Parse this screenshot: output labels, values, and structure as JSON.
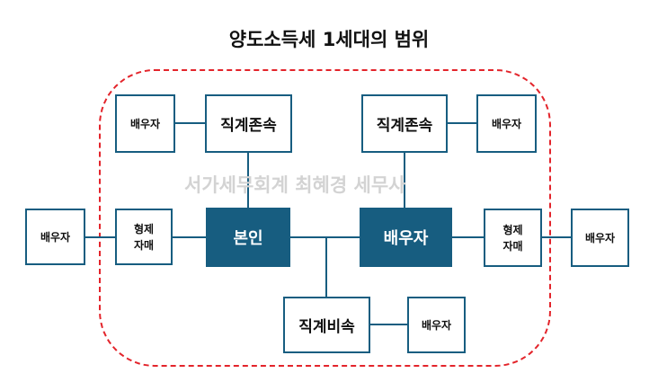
{
  "title": "양도소득세 1세대의 범위",
  "watermark": "서가세무회계 최혜경 세무사",
  "nodes": {
    "spouse_top_left": "배우자",
    "ascendant_left": "직계존속",
    "ascendant_right": "직계존속",
    "spouse_top_right": "배우자",
    "spouse_far_left": "배우자",
    "siblings_left": "형제\n자매",
    "self": "본인",
    "spouse": "배우자",
    "siblings_right": "형제\n자매",
    "spouse_far_right": "배우자",
    "descendant": "직계비속",
    "spouse_bottom": "배우자"
  },
  "colors": {
    "node": "#175d80",
    "frame": "#e3242b"
  }
}
